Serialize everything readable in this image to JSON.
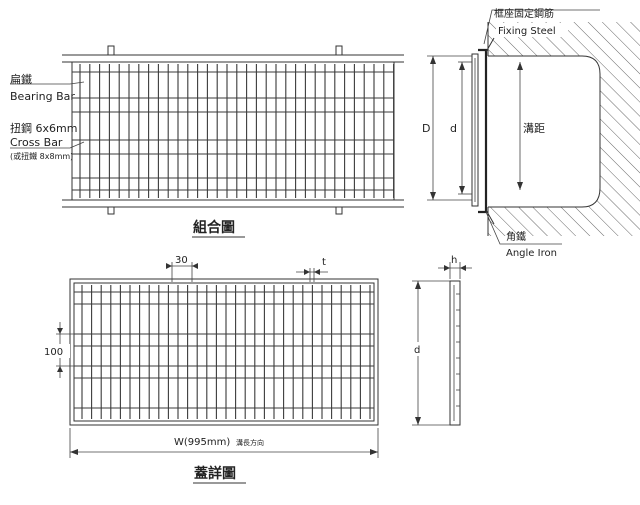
{
  "assembly": {
    "title": "組合圖",
    "bearing_bar_cn": "扁鐵",
    "bearing_bar_en": "Bearing Bar",
    "cross_bar_cn": "扭鋼 6x6mm",
    "cross_bar_en": "Cross Bar",
    "cross_bar_note": "(或扭鐵 8x8mm)"
  },
  "section": {
    "fixing_steel_cn": "框座固定鋼筋",
    "fixing_steel_en": "Fixing Steel",
    "dim_D": "D",
    "dim_d": "d",
    "trench_width": "溝距",
    "angle_iron_cn": "角鐵",
    "angle_iron_en": "Angle Iron"
  },
  "cover": {
    "title": "蓋詳圖",
    "dim_30": "30",
    "dim_t": "t",
    "dim_100": "100",
    "width_label": "W(995mm)",
    "width_note": "溝長方向",
    "dim_h": "h",
    "dim_d": "d"
  }
}
